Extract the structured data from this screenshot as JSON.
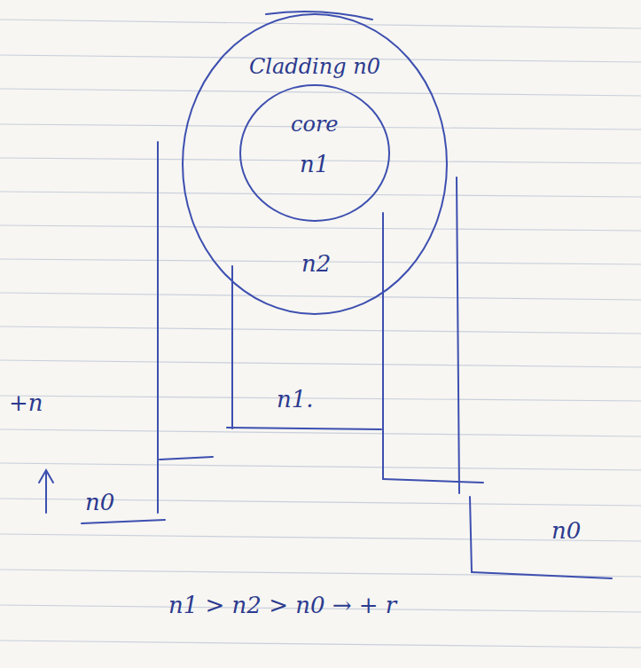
{
  "diagram": {
    "nodes": [
      {
        "text": [
          "Cladding n0",
          "n2"
        ]
      },
      {
        "text": [
          "core",
          "n1"
        ],
        "in": 0
      }
    ],
    "labels": [
      "+n",
      "n0",
      "n1.",
      "n0",
      "n1 > n2 > n0 → + r"
    ]
  }
}
